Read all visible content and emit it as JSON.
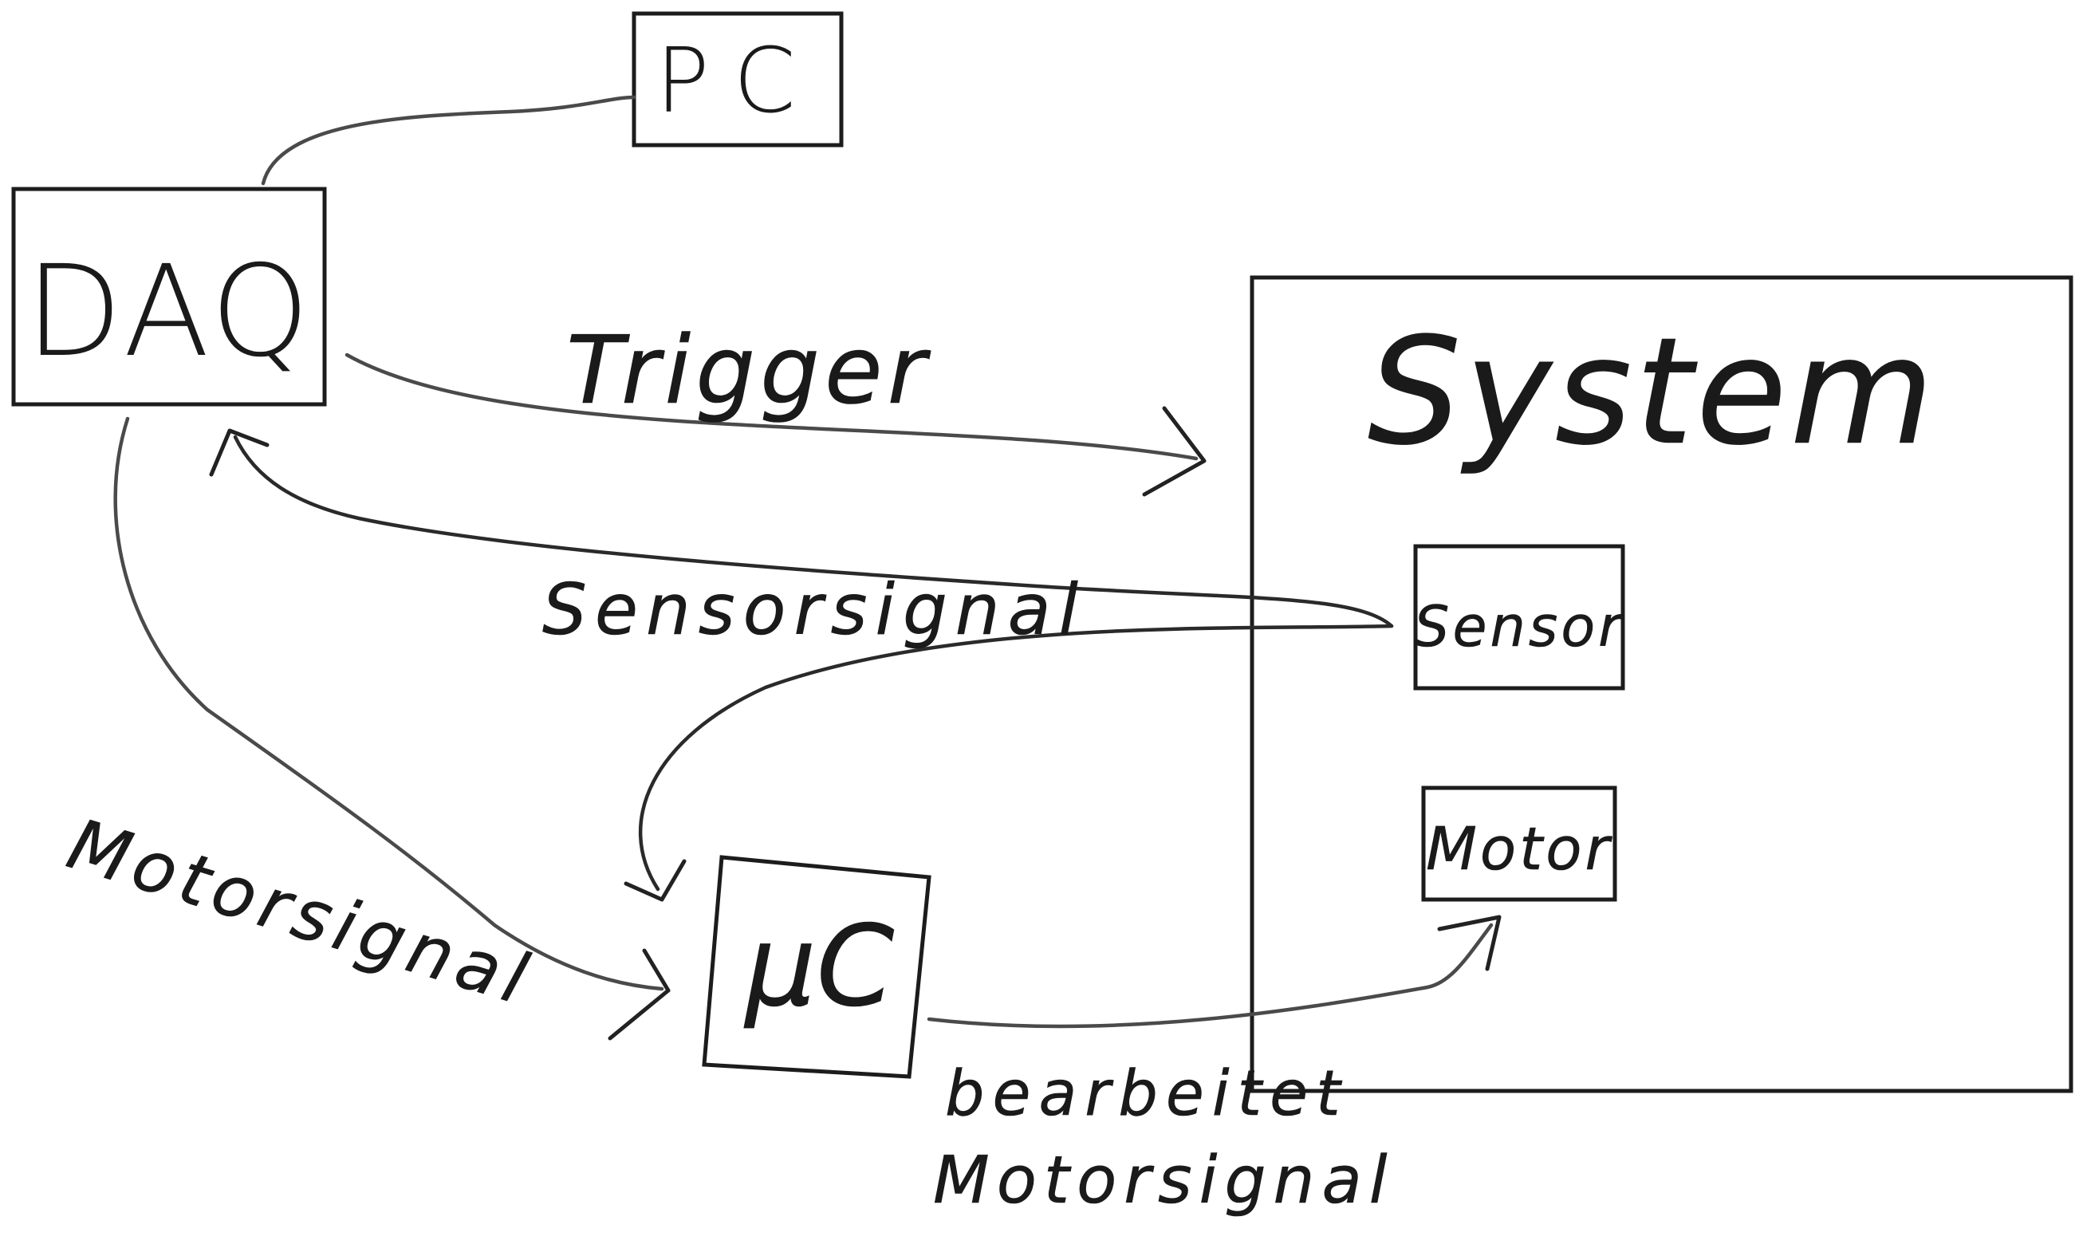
{
  "nodes": {
    "pc": "PC",
    "daq": "DAQ",
    "system": "System",
    "sensor": "Sensor",
    "motor": "Motor",
    "uc": "µC"
  },
  "edges": {
    "trigger": "Trigger",
    "sensorsignal": "Sensorsignal",
    "motorsignal": "Motorsignal",
    "processed_line1": "bearbeitet",
    "processed_line2": "Motorsignal"
  }
}
